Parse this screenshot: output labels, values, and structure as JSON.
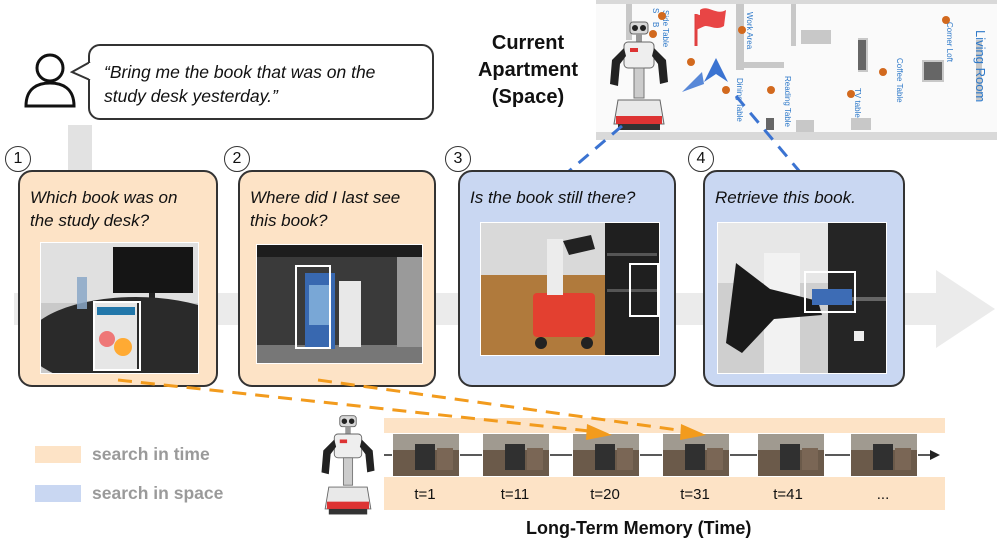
{
  "speech": {
    "text": "“Bring me the book that was on the study desk yesterday.”"
  },
  "space_title": [
    "Current",
    "Apartment",
    "(Space)"
  ],
  "steps": [
    {
      "number": "1",
      "question": "Which book was on the study desk?",
      "mode": "time"
    },
    {
      "number": "2",
      "question": "Where did I last see this book?",
      "mode": "time"
    },
    {
      "number": "3",
      "question": "Is the book still there?",
      "mode": "space"
    },
    {
      "number": "4",
      "question": "Retrieve this book.",
      "mode": "space"
    }
  ],
  "map": {
    "labels": [
      "Side Table",
      "B",
      "S",
      "Work Area",
      "Dining Table",
      "Reading Table",
      "TV table",
      "Coffee Table",
      "Corner Loft",
      "Living Room"
    ]
  },
  "legend": [
    {
      "label": "search in time",
      "color": "#fde3c6"
    },
    {
      "label": "search in space",
      "color": "#c9d7f2"
    }
  ],
  "timeline": {
    "labels": [
      "t=1",
      "t=11",
      "t=20",
      "t=31",
      "t=41",
      "..."
    ],
    "title": "Long-Term Memory (Time)"
  },
  "colors": {
    "time_accent": "#f29b1d",
    "space_accent": "#3b73d1",
    "time_bg": "#fde3c6",
    "space_bg": "#c9d7f2"
  }
}
